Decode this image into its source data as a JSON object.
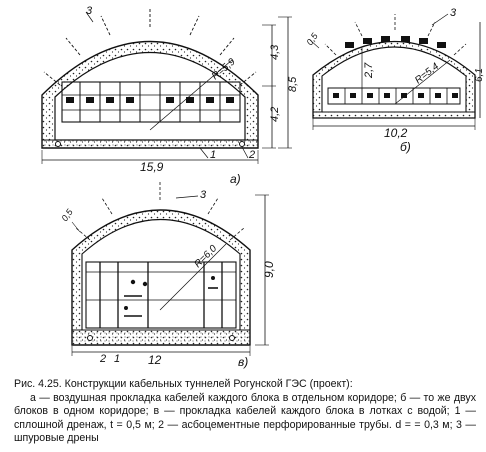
{
  "figure": {
    "a": {
      "label": "а)",
      "dims": {
        "width": "15,9",
        "part_1": "1",
        "part_2": "2",
        "h_top": "4,3",
        "h_bottom": "4,2",
        "h_total": "8,5",
        "radius": "R=5,9"
      },
      "callout": "3"
    },
    "b": {
      "label": "б)",
      "dims": {
        "width": "10,2",
        "h_inner": "2,7",
        "h_total": "6,1",
        "radius": "R=5,4",
        "left": "0,5"
      },
      "callout": "3"
    },
    "c": {
      "label": "в)",
      "dims": {
        "width": "12",
        "part_2": "2",
        "part_1": "1",
        "height": "9,0",
        "radius": "R=6,0",
        "left": "0,5"
      },
      "callout": "3"
    }
  },
  "caption": {
    "title": "Рис. 4.25. Конструкции кабельных туннелей Рогунской ГЭС (проект):",
    "body": "а — воздушная прокладка кабелей каждого блока в отдельном коридоре; б — то же двух блоков в одном коридоре; в — прокладка кабелей каждого блока в лотках с водой; 1 — сплошной дренаж, t = 0,5 м; 2 — асбоцементные перфорированные трубы. d = = 0,3 м; 3 — шпуровые дрены"
  }
}
